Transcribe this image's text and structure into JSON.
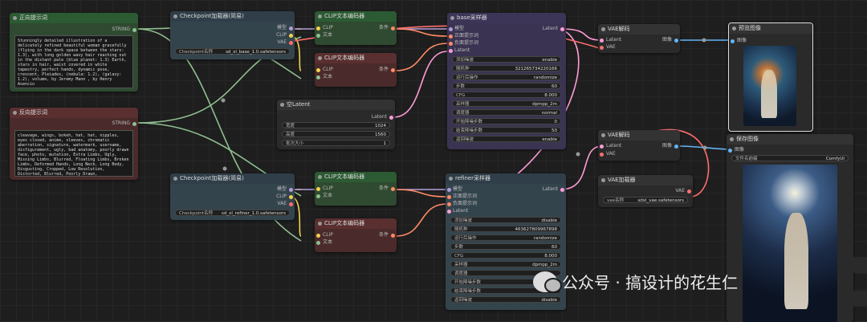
{
  "nodes": {
    "pos_prompt": {
      "title": "正向提示词",
      "out": "STRING",
      "text": "Stunningly detailed illustration of a delicately refined beautiful woman gracefully (flying in the dark space between the stars: 1.3), with long golden wavy hair reaching out in the distant pale (blue planet: 1.3) Earth, stars in hair, waist covered in white tapestry, perfect hands, dynamic pose, crescent, Pleiades, (nebula: 1.2), (galaxy: 1.2), volume, by Jeremy Mann , by Henry Asencio"
    },
    "neg_prompt": {
      "title": "反向提示词",
      "out": "STRING",
      "text": "cleavage, wings, bokeh, hat, hat, nipples, eyes closed, anime, sleeves, chromatic aberration, signature, watermark, username, disfigurement, ugly, bad anatomy, poorly drawn face, photo, mutation, Extra Limbs, Ugly, Missing Limbs, Blurred, Floating Limbs, Broken Limbs, Deformed Hands, Long Neck, Long Body, Disgusting, Cropped, Low Resolution, Distorted, Blurred, Poorly Drawn,"
    },
    "ckpt_base": {
      "title": "Checkpoint加载器(简易)",
      "outs": [
        "模型",
        "CLIP",
        "VAE"
      ],
      "w_label": "Checkpoint名称",
      "w_value": "sd_xl_base_1.0.safetensors"
    },
    "ckpt_refiner": {
      "title": "Checkpoint加载器(简易)",
      "outs": [
        "模型",
        "CLIP",
        "VAE"
      ],
      "w_label": "Checkpoint名称",
      "w_value": "sd_xl_refiner_1.0.safetensors"
    },
    "clip1": {
      "title": "CLIP文本编码器",
      "in1": "CLIP",
      "in2": "文本",
      "out": "条件"
    },
    "clip2": {
      "title": "CLIP文本编码器",
      "in1": "CLIP",
      "in2": "文本",
      "out": "条件"
    },
    "clip3": {
      "title": "CLIP文本编码器",
      "in1": "CLIP",
      "in2": "文本",
      "out": "条件"
    },
    "clip4": {
      "title": "CLIP文本编码器",
      "in1": "CLIP",
      "in2": "文本",
      "out": "条件"
    },
    "empty_latent": {
      "title": "空Latent",
      "out": "Latent",
      "widgets": [
        {
          "label": "宽度",
          "value": "1024"
        },
        {
          "label": "高度",
          "value": "1560"
        },
        {
          "label": "批次大小",
          "value": "1"
        }
      ]
    },
    "base_sampler": {
      "title": "base采样器",
      "ins": [
        "模型",
        "正面提示词",
        "负面提示词",
        "Latent"
      ],
      "out": "Latent",
      "widgets": [
        {
          "label": "添加噪波",
          "value": "enable"
        },
        {
          "label": "随机种",
          "value": "321265734220166"
        },
        {
          "label": "运行后操作",
          "value": "randomize"
        },
        {
          "label": "步数",
          "value": "60"
        },
        {
          "label": "CFG",
          "value": "8.000"
        },
        {
          "label": "采样器",
          "value": "dpmpp_2m"
        },
        {
          "label": "调度器",
          "value": "normal"
        },
        {
          "label": "开始降噪步数",
          "value": "0"
        },
        {
          "label": "结束降噪步数",
          "value": "50"
        },
        {
          "label": "返回噪波",
          "value": "enable"
        }
      ]
    },
    "refiner_sampler": {
      "title": "refiner采样器",
      "ins": [
        "模型",
        "正面提示词",
        "负面提示词",
        "Latent"
      ],
      "out": "Latent",
      "widgets": [
        {
          "label": "添加噪波",
          "value": "disable"
        },
        {
          "label": "随机种",
          "value": "463627809967898"
        },
        {
          "label": "运行后操作",
          "value": "randomize"
        },
        {
          "label": "步数",
          "value": "60"
        },
        {
          "label": "CFG",
          "value": "8.000"
        },
        {
          "label": "采样器",
          "value": "dpmpp_2m"
        },
        {
          "label": "调度器",
          "value": ""
        },
        {
          "label": "开始降噪步数",
          "value": ""
        },
        {
          "label": "结束降噪步数",
          "value": ""
        },
        {
          "label": "返回噪波",
          "value": "disable"
        }
      ]
    },
    "vae_decode1": {
      "title": "VAE解码",
      "in1": "Latent",
      "in2": "VAE",
      "out": "图像"
    },
    "vae_decode2": {
      "title": "VAE解码",
      "in1": "Latent",
      "in2": "VAE",
      "out": "图像"
    },
    "vae_loader": {
      "title": "VAE加载器",
      "out": "VAE",
      "w_label": "vae名称",
      "w_value": "sdxl_vae.safetensors"
    },
    "preview": {
      "title": "预览图像",
      "in": "图像"
    },
    "save": {
      "title": "保存图像",
      "in": "图像",
      "w_label": "文件名前缀",
      "w_value": "ComfyUI"
    }
  },
  "watermark": "公众号 · 搞设计的花生仁",
  "colors": {
    "clip": "#f2d24b",
    "model": "#b39ddb",
    "cond": "#ff8a65",
    "latent": "#ff9cd6",
    "vae": "#ff6e6e",
    "image": "#64b5f6",
    "string": "#8fbf8f"
  }
}
